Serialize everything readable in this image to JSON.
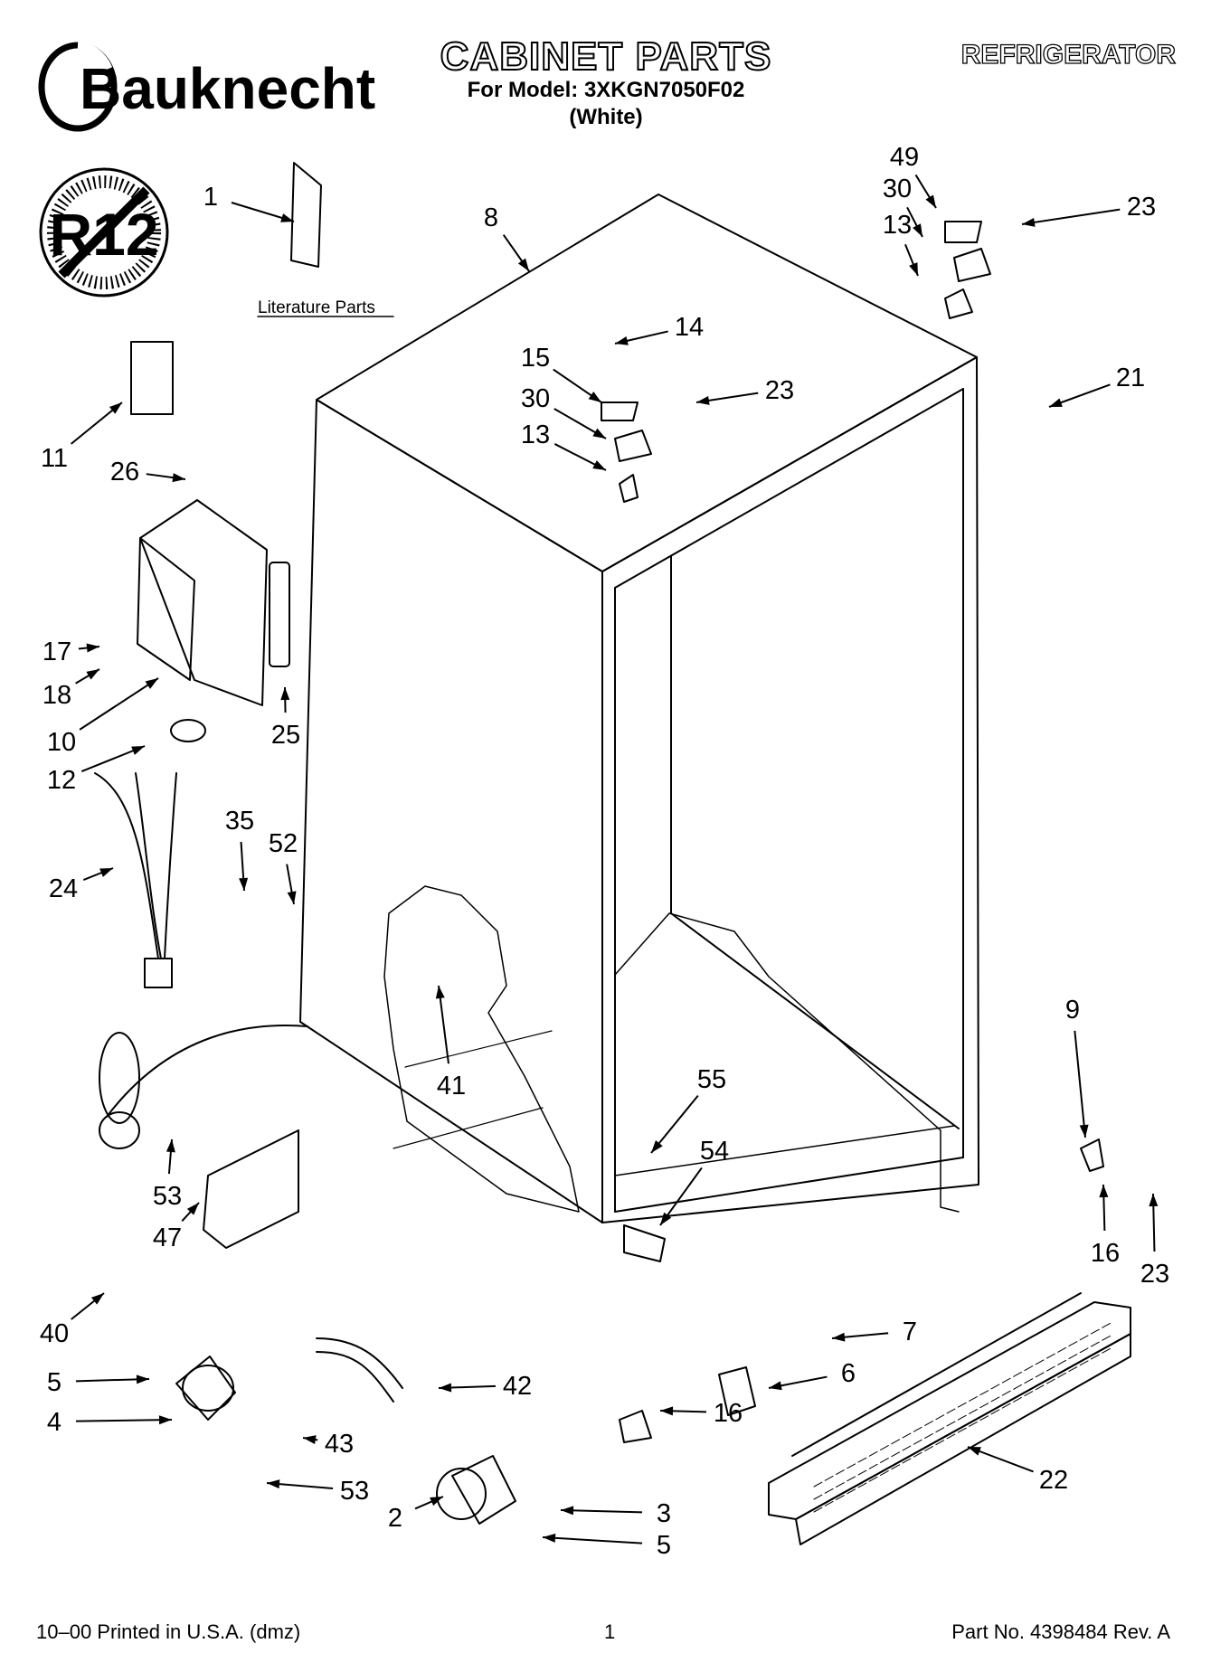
{
  "header": {
    "brand": "Bauknecht",
    "title": "CABINET PARTS",
    "model": "For Model: 3XKGN7050F02",
    "variant": "(White)",
    "category": "REFRIGERATOR"
  },
  "badge": {
    "text": "R12"
  },
  "literature_label": "Literature Parts",
  "callouts": [
    "1",
    "8",
    "49",
    "30",
    "13",
    "23",
    "14",
    "15",
    "30",
    "23",
    "13",
    "21",
    "11",
    "26",
    "17",
    "18",
    "10",
    "25",
    "12",
    "35",
    "52",
    "24",
    "41",
    "55",
    "54",
    "9",
    "16",
    "23",
    "53",
    "47",
    "40",
    "5",
    "4",
    "42",
    "43",
    "53",
    "2",
    "3",
    "5",
    "7",
    "6",
    "16",
    "22"
  ],
  "footer": {
    "printed": "10–00 Printed in U.S.A. (dmz)",
    "page": "1",
    "part_no": "Part No. 4398484 Rev. A"
  }
}
